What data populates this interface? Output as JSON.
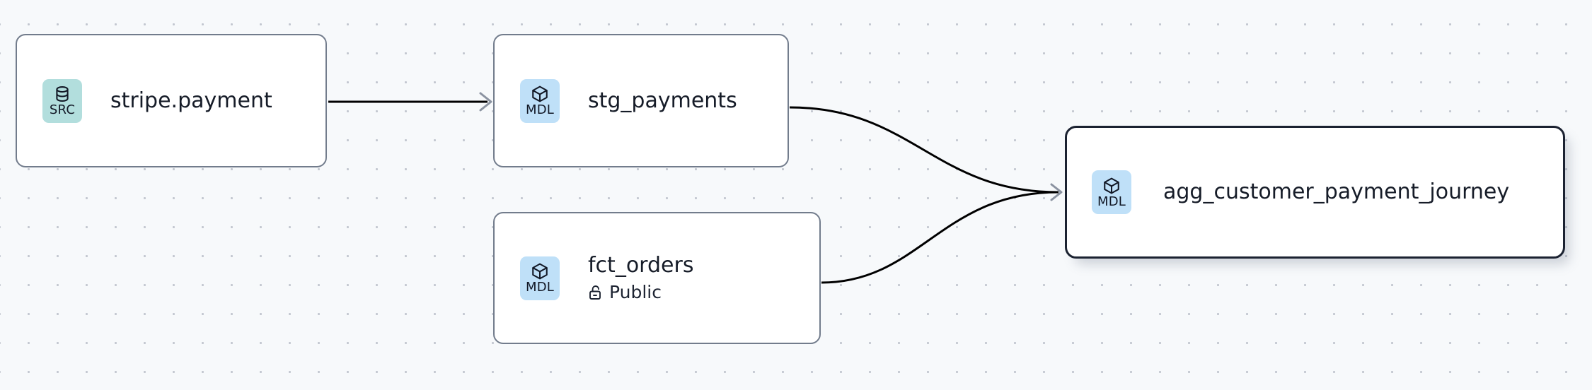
{
  "canvas": {
    "background_color": "#f7f9fb",
    "dot_color": "#c3c7d0",
    "grid_spacing": 41
  },
  "palette": {
    "source_badge_bg": "#b2dedd",
    "model_badge_bg": "#bfe0f8",
    "node_border": "#727c8c",
    "selected_border": "#1b2231",
    "edge_color": "#000000",
    "arrow_color": "#8b93a1",
    "text_color": "#161c28"
  },
  "nodes": [
    {
      "id": "stripe-payment",
      "title": "stripe.payment",
      "badge_text": "SRC",
      "badge_kind": "src",
      "icon": "database-icon",
      "selected": false,
      "subtitle": null
    },
    {
      "id": "stg-payments",
      "title": "stg_payments",
      "badge_text": "MDL",
      "badge_kind": "mdl",
      "icon": "cube-icon",
      "selected": false,
      "subtitle": null
    },
    {
      "id": "fct-orders",
      "title": "fct_orders",
      "badge_text": "MDL",
      "badge_kind": "mdl",
      "icon": "cube-icon",
      "selected": false,
      "subtitle": "Public",
      "subtitle_icon": "unlock-icon"
    },
    {
      "id": "agg-customer",
      "title": "agg_customer_payment_journey",
      "badge_text": "MDL",
      "badge_kind": "mdl",
      "icon": "cube-icon",
      "selected": true,
      "subtitle": null
    }
  ],
  "edges": [
    {
      "id": "edge-stripe-to-stg",
      "from": "stripe-payment",
      "to": "stg-payments",
      "style": "straight",
      "arrow": true
    },
    {
      "id": "edge-stg-to-agg",
      "from": "stg-payments",
      "to": "agg-customer",
      "style": "bezier",
      "arrow": true
    },
    {
      "id": "edge-fct-to-agg",
      "from": "fct-orders",
      "to": "agg-customer",
      "style": "bezier",
      "arrow": true
    }
  ]
}
